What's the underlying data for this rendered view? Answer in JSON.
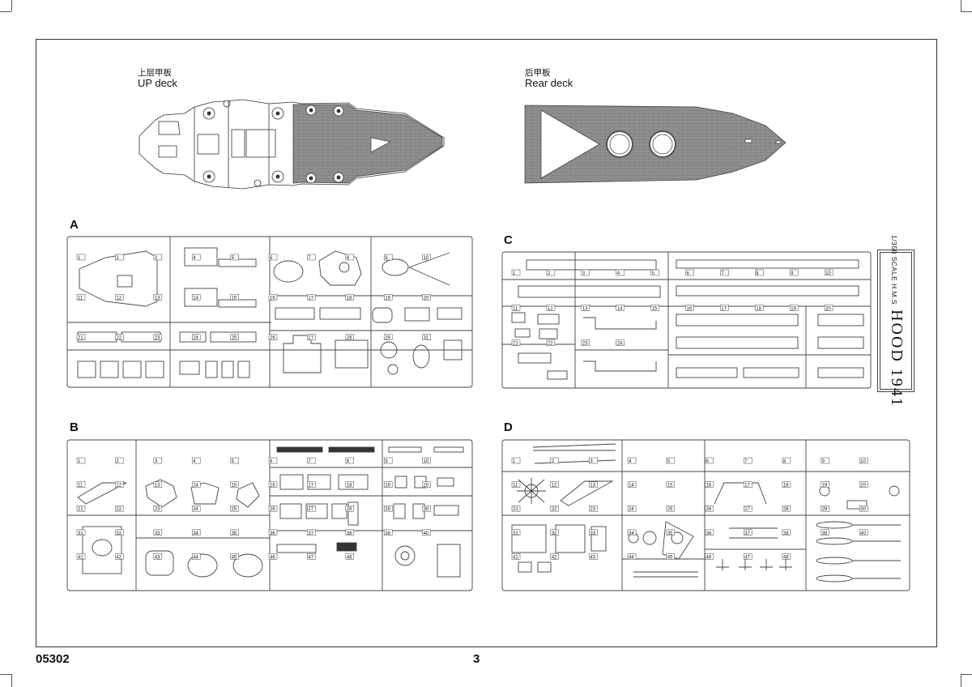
{
  "decks": {
    "up": {
      "title_cn": "上层甲板",
      "title_en": "UP deck"
    },
    "rear": {
      "title_cn": "后甲板",
      "title_en": "Rear deck"
    }
  },
  "sprues": {
    "a": {
      "letter": "A"
    },
    "b": {
      "letter": "B"
    },
    "c": {
      "letter": "C"
    },
    "d": {
      "letter": "D"
    }
  },
  "scale_label": {
    "small": "1/350  SCALE  H.M.S",
    "big": "HOOD  1941"
  },
  "footer": {
    "code": "05302",
    "page": "3"
  },
  "part_numbers": {
    "a": [
      "1",
      "2",
      "3",
      "4",
      "5",
      "6",
      "7",
      "8",
      "9",
      "10",
      "11",
      "12",
      "13",
      "14",
      "15",
      "16",
      "17",
      "18",
      "19",
      "20",
      "21",
      "22",
      "23",
      "24",
      "25",
      "26",
      "27",
      "28",
      "29",
      "31"
    ],
    "b": [
      "1",
      "2",
      "3",
      "4",
      "5",
      "6",
      "7",
      "8",
      "9",
      "10",
      "11",
      "12",
      "13",
      "14",
      "15",
      "16",
      "17",
      "18",
      "19",
      "20",
      "21",
      "22",
      "23",
      "24",
      "25",
      "26",
      "27",
      "28",
      "29",
      "30",
      "31",
      "32",
      "33",
      "34",
      "35",
      "36",
      "37",
      "38",
      "39",
      "40",
      "41",
      "42",
      "43",
      "44",
      "45",
      "46",
      "47",
      "48"
    ],
    "c": [
      "1",
      "2",
      "3",
      "4",
      "5",
      "6",
      "7",
      "8",
      "9",
      "10",
      "11",
      "12",
      "13",
      "14",
      "15",
      "16",
      "17",
      "18",
      "19",
      "20",
      "21",
      "22",
      "23",
      "24"
    ],
    "d": [
      "1",
      "2",
      "3",
      "4",
      "5",
      "6",
      "7",
      "8",
      "9",
      "10",
      "11",
      "12",
      "13",
      "14",
      "15",
      "16",
      "17",
      "18",
      "19",
      "20",
      "21",
      "22",
      "23",
      "24",
      "25",
      "26",
      "27",
      "28",
      "29",
      "30",
      "31",
      "32",
      "33",
      "34",
      "35",
      "36",
      "37",
      "38",
      "39",
      "40",
      "41",
      "42",
      "43",
      "44",
      "45",
      "46",
      "47",
      "48"
    ]
  }
}
